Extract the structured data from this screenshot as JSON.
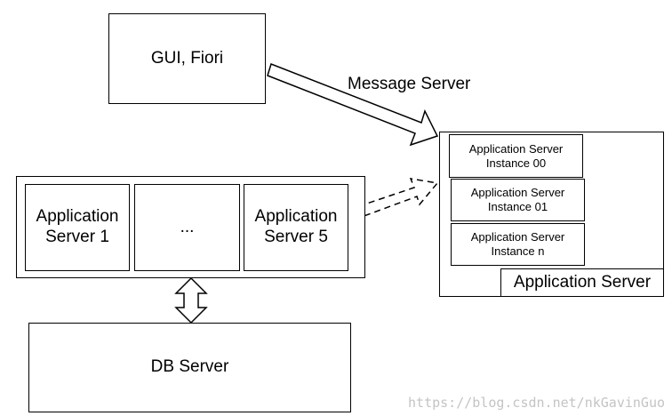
{
  "gui_box": {
    "label": "GUI, Fiori"
  },
  "message_server": {
    "label": "Message Server"
  },
  "app_server_group": {
    "items": [
      {
        "label": "Application\nServer 1"
      },
      {
        "label": "..."
      },
      {
        "label": "Application\nServer 5"
      }
    ]
  },
  "app_server_detail": {
    "title": "Application Server",
    "instances": [
      {
        "label": "Application Server\nInstance 00"
      },
      {
        "label": "Application Server\nInstance 01"
      },
      {
        "label": "Application Server\nInstance n"
      }
    ]
  },
  "db_server": {
    "label": "DB Server"
  },
  "watermark": {
    "text": "https://blog.csdn.net/nkGavinGuo"
  }
}
